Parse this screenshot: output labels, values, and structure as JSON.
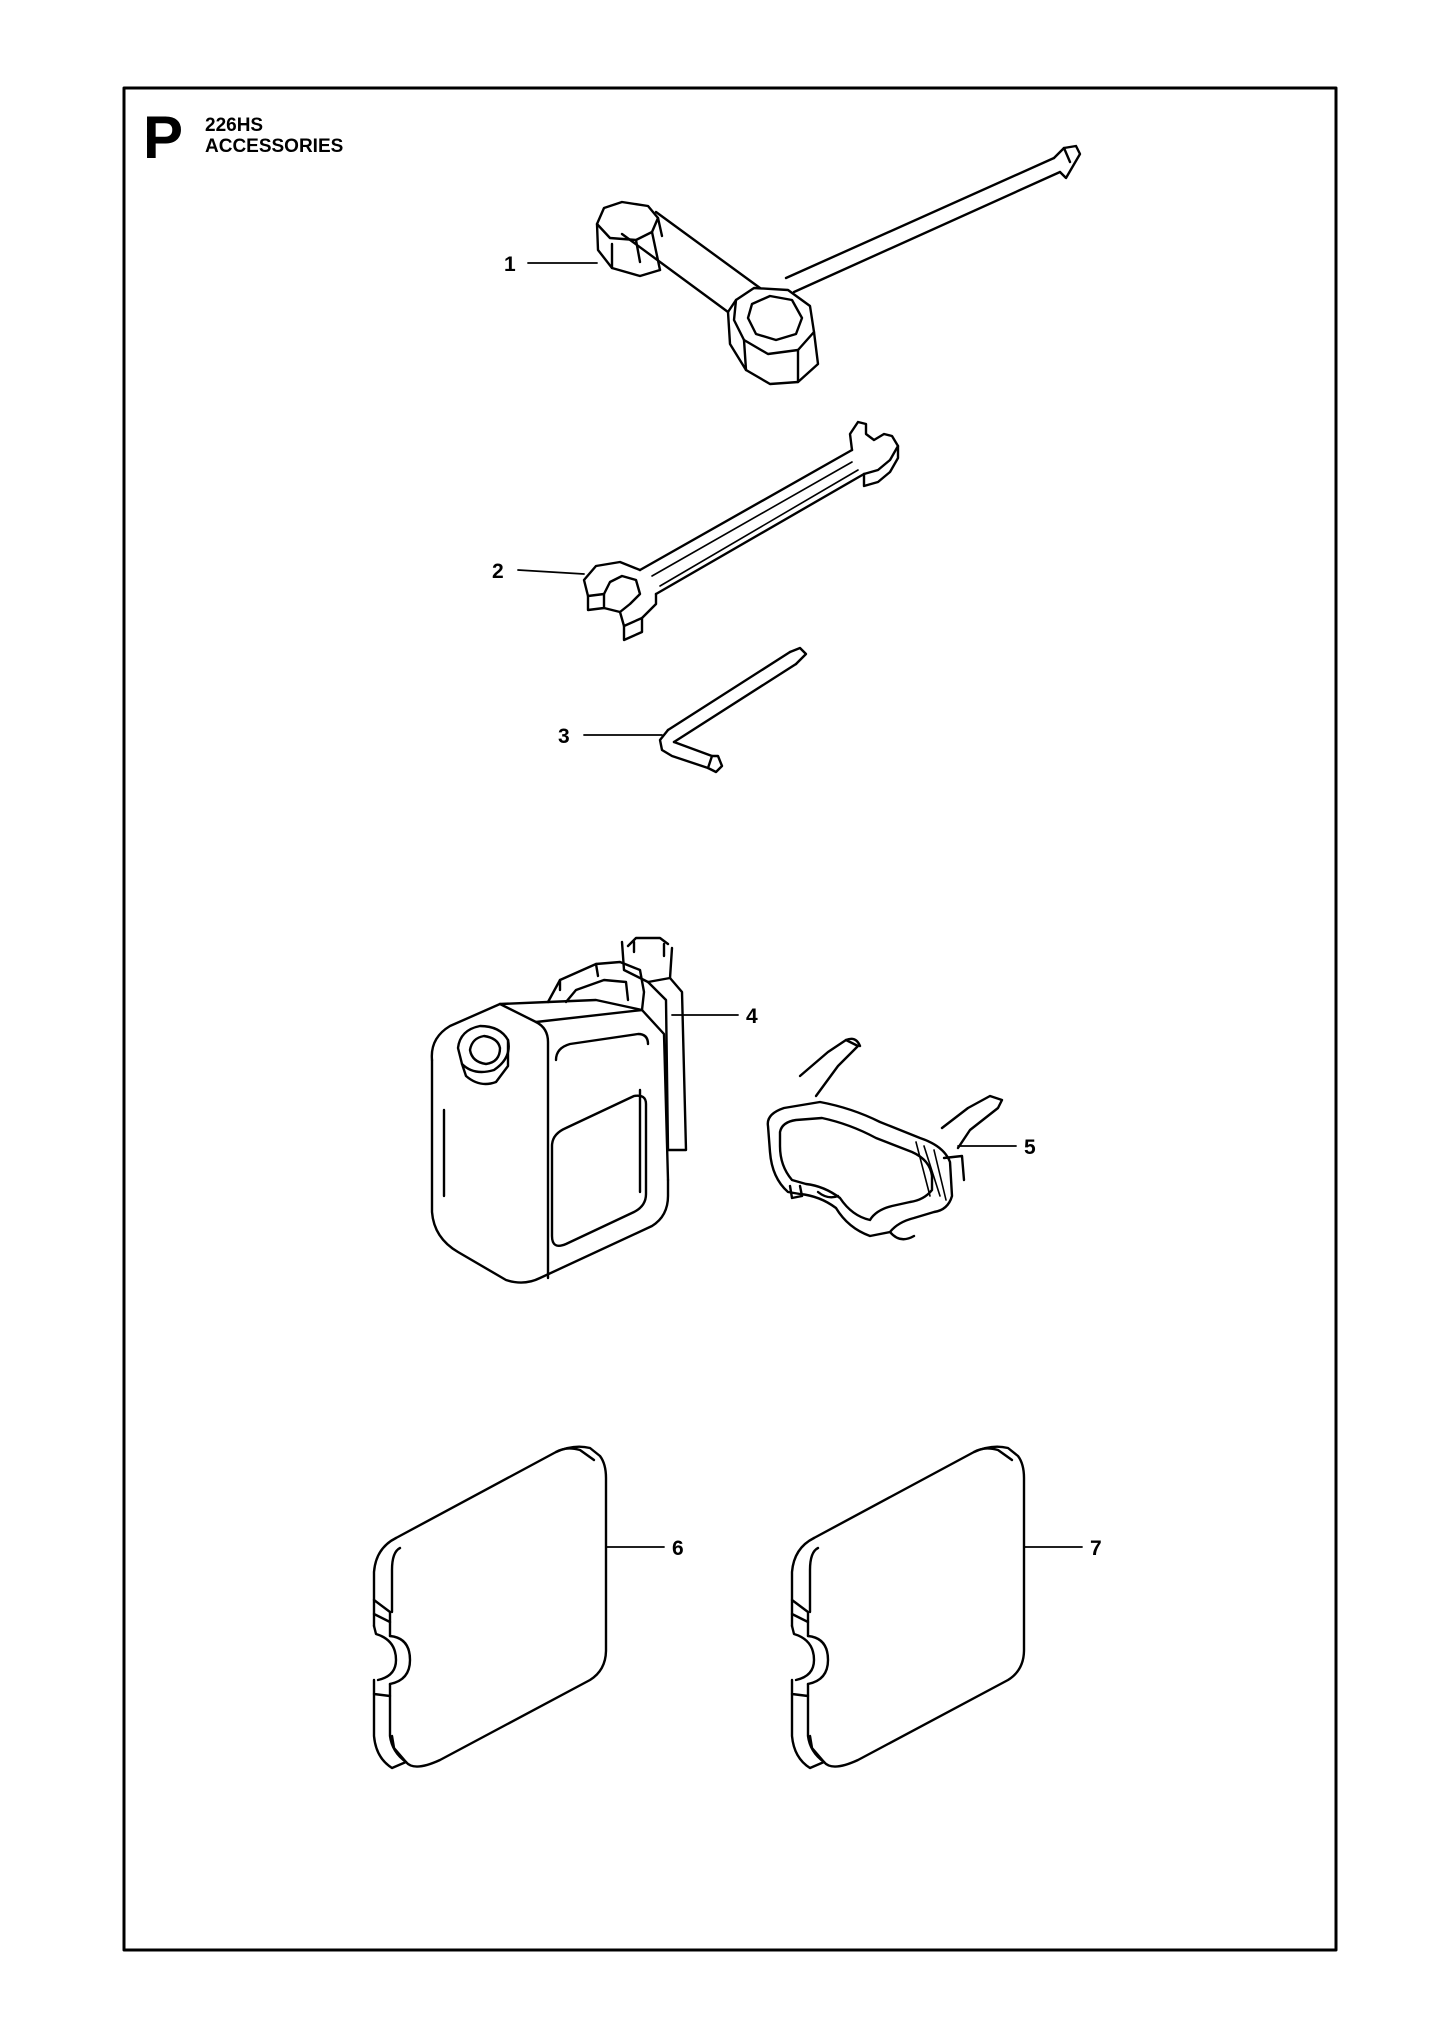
{
  "header": {
    "section_letter": "P",
    "model": "226HS",
    "section_title": "ACCESSORIES"
  },
  "callouts": [
    {
      "label": "1",
      "part": "combination-spanner"
    },
    {
      "label": "2",
      "part": "open-end-wrench"
    },
    {
      "label": "3",
      "part": "hex-key"
    },
    {
      "label": "4",
      "part": "fuel-can"
    },
    {
      "label": "5",
      "part": "protective-goggles"
    },
    {
      "label": "6",
      "part": "blade-guard-left"
    },
    {
      "label": "7",
      "part": "blade-guard-right"
    }
  ],
  "colors": {
    "line": "#000000",
    "background": "#ffffff"
  }
}
